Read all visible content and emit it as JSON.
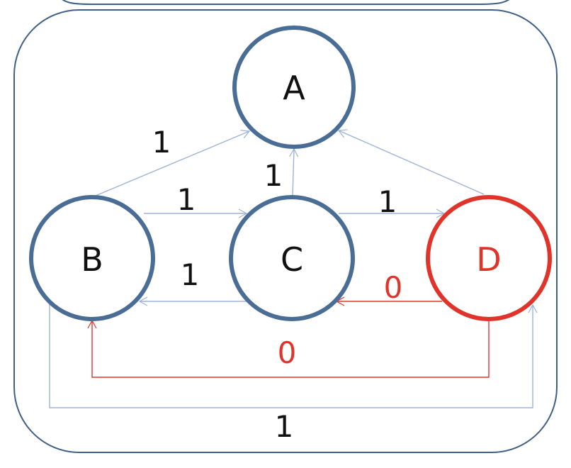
{
  "colors": {
    "node_blue": "#4a6d96",
    "node_red": "#e0342a",
    "edge_blue": "#9db3d6",
    "edge_red": "#e0342a",
    "frame": "#3f5f86",
    "text_black": "#111111",
    "text_red": "#e0342a"
  },
  "nodes": {
    "a": {
      "label": "A",
      "color": "blue"
    },
    "b": {
      "label": "B",
      "color": "blue"
    },
    "c": {
      "label": "C",
      "color": "blue"
    },
    "d": {
      "label": "D",
      "color": "red"
    }
  },
  "edges": [
    {
      "from": "B",
      "to": "A",
      "weight": "1",
      "color": "blue"
    },
    {
      "from": "C",
      "to": "A",
      "weight": "1",
      "color": "blue"
    },
    {
      "from": "D",
      "to": "A",
      "weight": "",
      "color": "blue"
    },
    {
      "from": "B",
      "to": "C",
      "weight": "1",
      "color": "blue"
    },
    {
      "from": "C",
      "to": "D",
      "weight": "1",
      "color": "blue"
    },
    {
      "from": "C",
      "to": "B",
      "weight": "1",
      "color": "blue"
    },
    {
      "from": "D",
      "to": "C",
      "weight": "0",
      "color": "red"
    },
    {
      "from": "D",
      "to": "B",
      "weight": "0",
      "color": "red"
    },
    {
      "from": "B",
      "to": "D",
      "weight": "1",
      "color": "blue"
    }
  ],
  "weights": {
    "b_a": "1",
    "c_a": "1",
    "b_c": "1",
    "c_d": "1",
    "c_b": "1",
    "d_c": "0",
    "d_b": "0",
    "b_d": "1"
  }
}
